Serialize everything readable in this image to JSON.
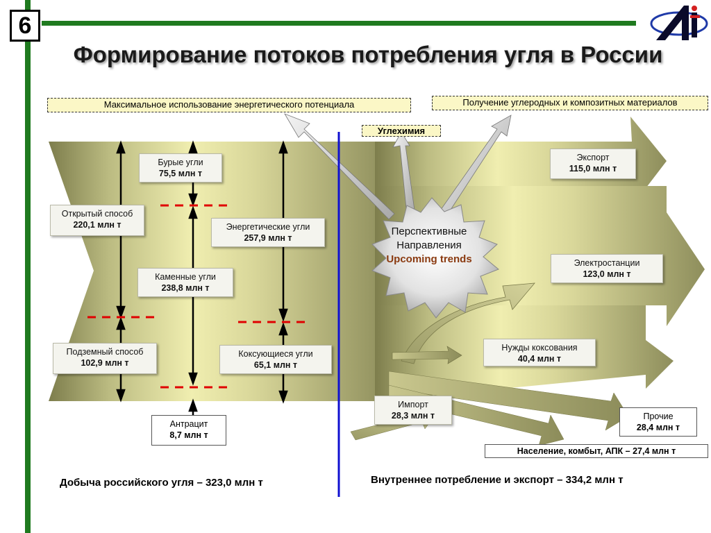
{
  "slide_number": "6",
  "title": "Формирование потоков потребления угля в России",
  "top_labels": {
    "energy_potential": "Максимальное использование энергетического потенциала",
    "carbon_materials": "Получение углеродных и композитных материалов",
    "coal_chemistry": "Углехимия"
  },
  "center": {
    "line1": "Перспективные",
    "line2": "Направления",
    "line3": "Upcoming trends"
  },
  "production": {
    "open_pit": {
      "label": "Открытый способ",
      "value": "220,1 млн т"
    },
    "underground": {
      "label": "Подземный способ",
      "value": "102,9 млн т"
    },
    "brown": {
      "label": "Бурые угли",
      "value": "75,5 млн т"
    },
    "hard": {
      "label": "Каменные угли",
      "value": "238,8 млн т"
    },
    "anthracite": {
      "label": "Антрацит",
      "value": "8,7 млн т"
    },
    "energy_coal": {
      "label": "Энергетические угли",
      "value": "257,9 млн т"
    },
    "coking_coal": {
      "label": "Коксующиеся угли",
      "value": "65,1 млн т"
    }
  },
  "consumption": {
    "export": {
      "label": "Экспорт",
      "value": "115,0 млн т"
    },
    "power_plants": {
      "label": "Электростанции",
      "value": "123,0 млн т"
    },
    "coking": {
      "label": "Нужды коксования",
      "value": "40,4  млн т"
    },
    "import": {
      "label": "Импорт",
      "value": "28,3 млн т"
    },
    "other": {
      "label": "Прочие",
      "value": "28,4 млн т"
    },
    "population": "Население, комбыт, АПК –  27,4 млн т"
  },
  "bottom": {
    "left": "Добыча российского угля – 323,0 млн т",
    "right": "Внутреннее потребление и экспорт – 334,2 млн т"
  },
  "colors": {
    "flow_dark": "#8c8c5a",
    "flow_light": "#f2f0b4",
    "green_line": "#1f7a1f",
    "divider": "#1010d0",
    "dash_red": "#e00000",
    "trend_text": "#8a3a10"
  }
}
